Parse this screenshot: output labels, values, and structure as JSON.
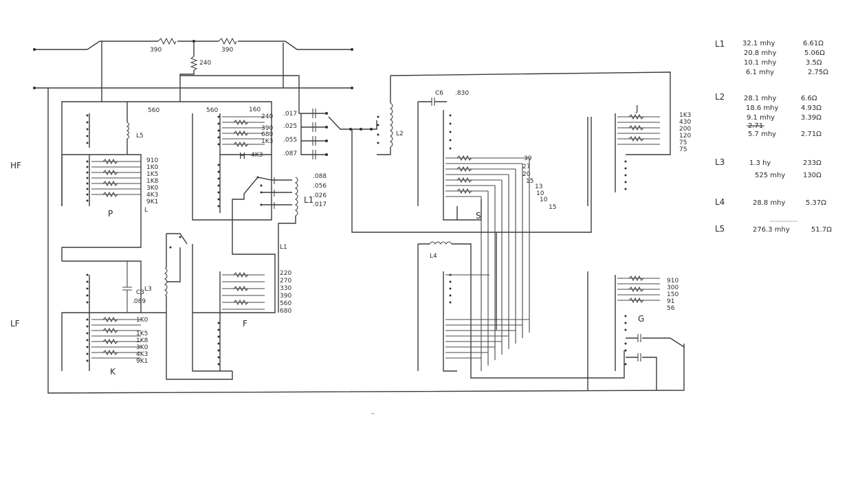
{
  "band_labels": [
    "HF",
    "LF"
  ],
  "top_resistors": [
    "390",
    "390",
    "240",
    "560",
    "560"
  ],
  "sections": {
    "P": {
      "label": "P",
      "tap": "L",
      "inductor": "L5",
      "values": [
        "910",
        "1K0",
        "1K5",
        "1K8",
        "3K0",
        "4K3",
        "9K1"
      ]
    },
    "H": {
      "label": "H",
      "top": "160",
      "values": [
        "240",
        "390",
        "680",
        "1K3"
      ],
      "bottom": "4K3"
    },
    "K": {
      "label": "K",
      "values": [
        "1K0",
        "1K5",
        "1K8",
        "3K0",
        "4K3",
        "9K1"
      ]
    },
    "F": {
      "label": "F",
      "values": [
        "220",
        "270",
        "330",
        "390",
        "560",
        "680"
      ]
    },
    "S": {
      "label": "S",
      "values": [
        "39",
        "27",
        "20",
        "15",
        "13",
        "10",
        "10",
        "15"
      ]
    },
    "J": {
      "label": "J",
      "values": [
        "1K3",
        "430",
        "200",
        "120",
        "75",
        "75"
      ]
    },
    "G": {
      "label": "G",
      "values": [
        "910",
        "300",
        "150",
        "91",
        "56"
      ]
    }
  },
  "caps_H": [
    ".017",
    ".025",
    ".055",
    ".087"
  ],
  "caps_L1": [
    ".088",
    ".056",
    ".026",
    ".017"
  ],
  "C6": {
    "label": "C6",
    "value": ".830"
  },
  "C3": {
    "label": "C3",
    "value": ".089"
  },
  "coil_labels": {
    "L1": "L1",
    "L2": "L2",
    "L3": "L3",
    "L4": "L4",
    "L5": "L5",
    "L1_tap": "L1"
  },
  "inductor_table": [
    {
      "name": "L1",
      "entries": [
        [
          "32.1 mhy",
          "6.61Ω"
        ],
        [
          "20.8 mhy",
          "5.06Ω"
        ],
        [
          "10.1 mhy",
          "3.5Ω"
        ],
        [
          "6.1 mhy",
          "2.75Ω"
        ]
      ]
    },
    {
      "name": "L2",
      "entries": [
        [
          "28.1 mhy",
          "6.6Ω"
        ],
        [
          "18.6 mhy",
          "4.93Ω"
        ],
        [
          "9.1 mhy",
          "3.39Ω"
        ],
        [
          "2.71",
          "(struck)"
        ],
        [
          "5.7 mhy",
          "2.71Ω"
        ]
      ]
    },
    {
      "name": "L3",
      "entries": [
        [
          "1.3 hy",
          "233Ω"
        ],
        [
          "525 mhy",
          "130Ω"
        ]
      ]
    },
    {
      "name": "L4",
      "entries": [
        [
          "28.8 mhy",
          "5.37Ω"
        ]
      ]
    },
    {
      "name": "L5",
      "entries": [
        [
          "276.3 mhy",
          "51.7Ω"
        ]
      ]
    }
  ]
}
